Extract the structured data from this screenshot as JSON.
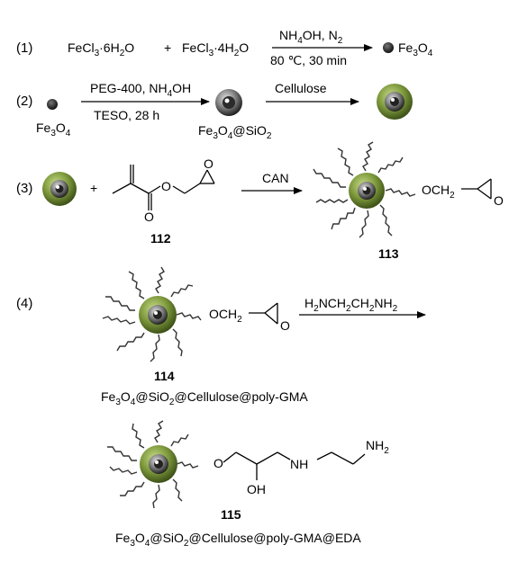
{
  "steps": [
    {
      "label": "(1)"
    },
    {
      "label": "(2)"
    },
    {
      "label": "(3)"
    },
    {
      "label": "(4)"
    }
  ],
  "step1": {
    "reactant_a": "FeCl3·6H2O",
    "plus": "+",
    "reactant_b": "FeCl3·4H2O",
    "condition_top": "NH4OH, N2",
    "condition_bottom": "80 ℃, 30 min",
    "product": "Fe3O4"
  },
  "step2": {
    "start_label": "Fe3O4",
    "condition_top": "PEG-400, NH4OH",
    "condition_bottom": "TESO, 28 h",
    "intermediate_label": "Fe3O4@SiO2",
    "condition2_top": "Cellulose"
  },
  "step3": {
    "plus": "+",
    "monomer_number": "112",
    "condition_top": "CAN",
    "product_group": "OCH2",
    "product_number": "113"
  },
  "step4": {
    "start_group": "OCH2",
    "condition_top": "H2NCH2CH2NH2",
    "start_number": "114",
    "start_name": "Fe3O4@SiO2@Cellulose@poly-GMA",
    "product_O": "O",
    "product_NH": "NH",
    "product_NH2": "NH2",
    "product_OH": "OH",
    "product_number": "115",
    "product_name": "Fe3O4@SiO2@Cellulose@poly-GMA@EDA"
  },
  "colors": {
    "shell_green": "#7e9a3c",
    "core_gray": "#555555",
    "chain": "#333333"
  }
}
